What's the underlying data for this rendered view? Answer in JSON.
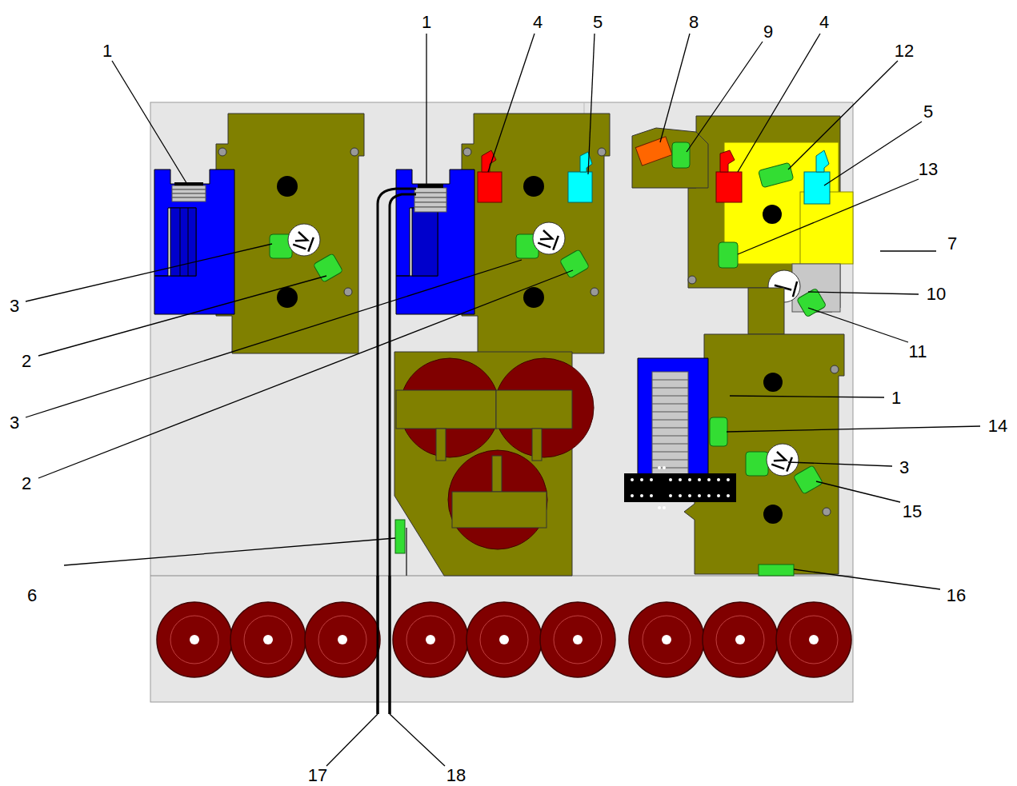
{
  "diagram": {
    "labels": [
      "1",
      "1",
      "4",
      "5",
      "8",
      "9",
      "4",
      "12",
      "5",
      "13",
      "7",
      "10",
      "11",
      "1",
      "14",
      "3",
      "15",
      "16",
      "3",
      "2",
      "3",
      "2",
      "6",
      "17",
      "18"
    ]
  }
}
